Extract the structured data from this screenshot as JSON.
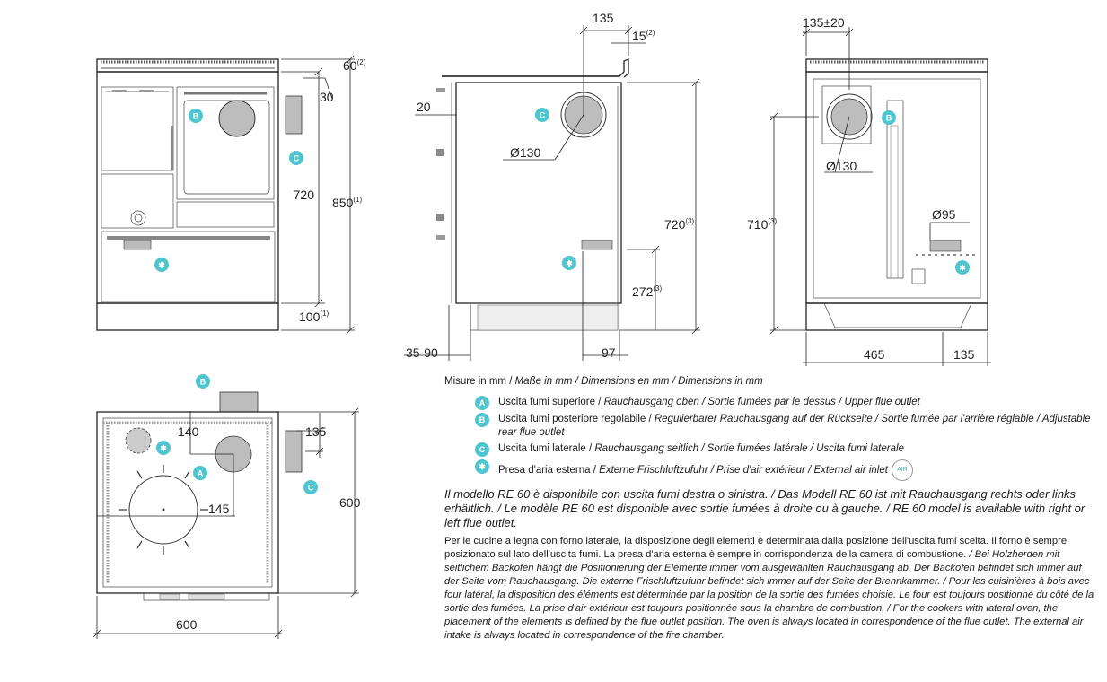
{
  "dimensions": {
    "front": {
      "top_gap": "60",
      "top_gap_note": "(2)",
      "flue_offset": "30",
      "body_height": "720",
      "total_height": "850",
      "total_height_note": "(1)",
      "base_height": "100",
      "base_height_note": "(1)"
    },
    "side": {
      "flue_offset": "135",
      "rim": "15",
      "rim_note": "(2)",
      "depth_offset": "20",
      "flue_diameter": "Ø130",
      "height": "720",
      "height_note": "(3)",
      "air_height": "272",
      "air_height_note": "(3)",
      "back_range": "35-90",
      "air_depth": "97"
    },
    "rear": {
      "flue_offset": "135±20",
      "flue_diameter": "Ø130",
      "air_diameter": "Ø95",
      "height": "710",
      "height_note": "(3)",
      "width": "465",
      "side_width": "135"
    },
    "top": {
      "flue_x": "140",
      "flue_y": "145",
      "side_flue": "135",
      "depth": "600",
      "width": "600"
    }
  },
  "badges": {
    "A": "A",
    "B": "B",
    "C": "C",
    "star": "✱"
  },
  "legend": {
    "units": "Misure in mm / ",
    "units_it": "Maße in mm / Dimensions en mm / Dimensions in mm",
    "items": [
      {
        "badge": "A",
        "text": "Uscita fumi superiore / ",
        "text_it": "Rauchausgang oben  / Sortie fumées par le dessus / Upper flue outlet"
      },
      {
        "badge": "B",
        "text": "Uscita fumi posteriore regolabile / ",
        "text_it": " Regulierbarer Rauchausgang auf der Rückseite / Sortie fumée par l'arrière réglable / Adjustable rear flue outlet"
      },
      {
        "badge": "C",
        "text": "Uscita fumi laterale / ",
        "text_it": "Rauchausgang seitlich  / Sortie fumées latérale / Uscita fumi laterale"
      },
      {
        "badge": "✱",
        "text": "Presa d'aria esterna / ",
        "text_it": "Externe Frischluftzufuhr / Prise d'air extérieur / External air inlet"
      }
    ],
    "air_icon_label": "AIR"
  },
  "notes": {
    "model": "Il modello RE 60 è disponibile con uscita fumi destra o sinistra. / Das Modell RE 60 ist mit Rauchausgang rechts oder links erhältlich. / Le modèle RE 60 est disponible avec sortie fumées à droite ou à gauche. / RE 60 model is available with right or left flue outlet.",
    "placement_it": "Per le cucine a legna con forno laterale, la disposizione degli elementi è determinata dalla posizione dell'uscita fumi scelta. Il forno è sempre posizionato sul lato dell'uscita fumi. La presa d'aria esterna è sempre in corrispondenza della camera di combustione. ",
    "placement_rest": "/ Bei Holzherden mit seitlichem Backofen hängt die Positionierung der Elemente immer vom ausgewählten Rauchausgang ab. Der Backofen befindet sich immer auf der Seite vom Rauchausgang. Die externe Frischluftzufuhr befindet sich immer auf der Seite der Brennkammer. / Pour les cuisinières à bois avec four latéral, la disposition des éléments est déterminée par la position de la sortie des fumées choisie. Le four est toujours positionné du côté de la sortie des fumées. La prise d'air extérieur est toujours positionnée sous la chambre de combustion. / For the cookers with lateral oven, the placement of the elements is defined by the flue outlet position. The oven is always located in correspondence of the flue outlet. The external air intake is always located in correspondence of the fire chamber."
  },
  "colors": {
    "badge": "#4fc6cf",
    "flue_fill": "#bdbdbd",
    "line": "#222222"
  }
}
